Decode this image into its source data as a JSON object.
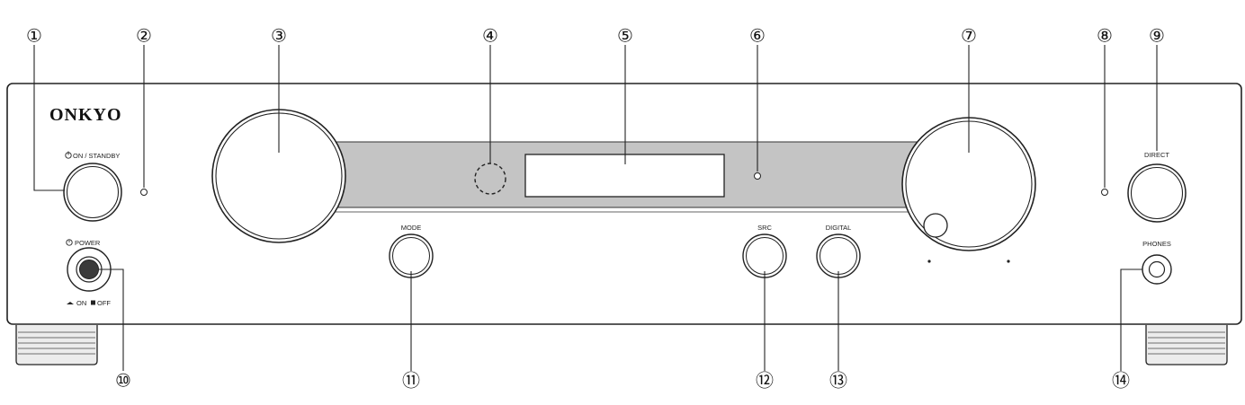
{
  "brand": "ONKYO",
  "labels": {
    "on_standby": "ON / STANDBY",
    "power": "POWER",
    "power_sub_on": "ON",
    "power_sub_off": "OFF",
    "mode": "MODE",
    "src": "SRC",
    "digital": "DIGITAL",
    "direct": "DIRECT",
    "phones": "PHONES"
  },
  "callouts": [
    "①",
    "②",
    "③",
    "④",
    "⑤",
    "⑥",
    "⑦",
    "⑧",
    "⑨",
    "⑩",
    "⑪",
    "⑫",
    "⑬",
    "⑭"
  ]
}
